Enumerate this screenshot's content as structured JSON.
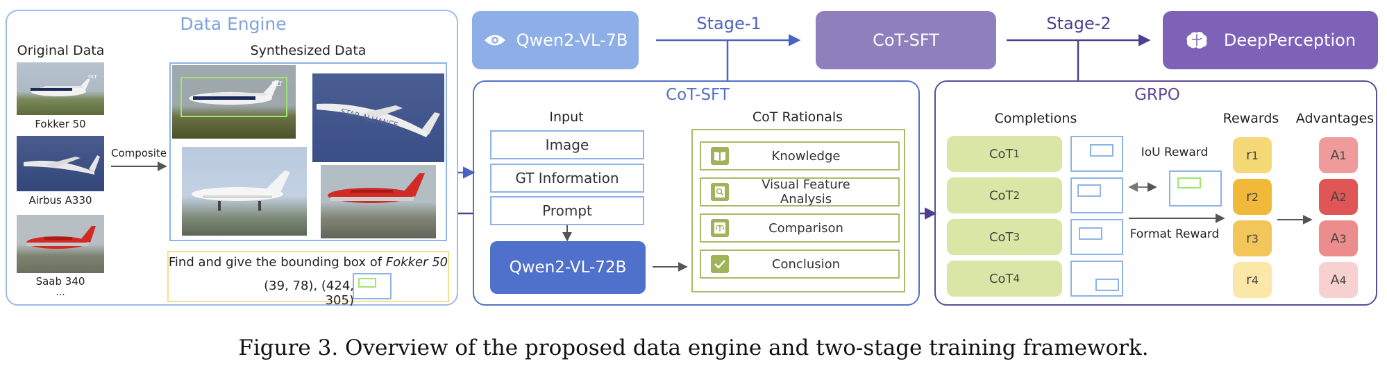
{
  "data_engine": {
    "title": "Data Engine",
    "original_header": "Original Data",
    "synth_header": "Synthesized Data",
    "originals": [
      "Fokker 50",
      "Airbus A330",
      "Saab 340"
    ],
    "ellipsis": "...",
    "composite_label": "Composite",
    "query_prefix": "Find and give the bounding box of ",
    "query_target": "Fokker 50",
    "coords": "(39, 78), (424, 305)"
  },
  "top": {
    "qwen7b": "Qwen2-VL-7B",
    "stage1": "Stage-1",
    "cot_sft": "CoT-SFT",
    "stage2": "Stage-2",
    "deep": "DeepPerception"
  },
  "cot_panel": {
    "title": "CoT-SFT",
    "input_header": "Input",
    "inputs": [
      "Image",
      "GT Information",
      "Prompt"
    ],
    "model": "Qwen2-VL-72B",
    "rationals_header": "CoT Rationals",
    "rationals": [
      "Knowledge",
      "Visual Feature Analysis",
      "Comparison",
      "Conclusion"
    ]
  },
  "grpo": {
    "title": "GRPO",
    "completions_header": "Completions",
    "rewards_header": "Rewards",
    "advantages_header": "Advantages",
    "cots": [
      {
        "base": "CoT",
        "sub": "1"
      },
      {
        "base": "CoT",
        "sub": "2"
      },
      {
        "base": "CoT",
        "sub": "3"
      },
      {
        "base": "CoT",
        "sub": "4"
      }
    ],
    "iou_reward": "IoU Reward",
    "format_reward": "Format Reward",
    "rewards": [
      {
        "base": "r",
        "sub": "1"
      },
      {
        "base": "r",
        "sub": "2"
      },
      {
        "base": "r",
        "sub": "3"
      },
      {
        "base": "r",
        "sub": "4"
      }
    ],
    "advantages": [
      {
        "base": "A",
        "sub": "1"
      },
      {
        "base": "A",
        "sub": "2"
      },
      {
        "base": "A",
        "sub": "3"
      },
      {
        "base": "A",
        "sub": "4"
      }
    ]
  },
  "caption": "Figure 3. Overview of the proposed data engine and two-stage training framework.",
  "colors": {
    "engine_border": "#9dbbe6",
    "engine_title": "#7ea3dd",
    "blue_panel": "#5470c6",
    "purple_panel": "#5b4b98",
    "qwen7b_fill": "#8eaee8",
    "cot_sft_fill": "#8f7fbd",
    "deep_fill": "#7d62b8",
    "model72_fill": "#4f71cc",
    "rational_border": "#a9bb6a",
    "cot_fill": "#d9e6a6",
    "rewards": [
      "#f6d977",
      "#f0b93a",
      "#f3c65a",
      "#fbe7a8"
    ],
    "advantages": [
      "#ef9b9b",
      "#e05555",
      "#ec8c8c",
      "#f7d0d0"
    ]
  }
}
